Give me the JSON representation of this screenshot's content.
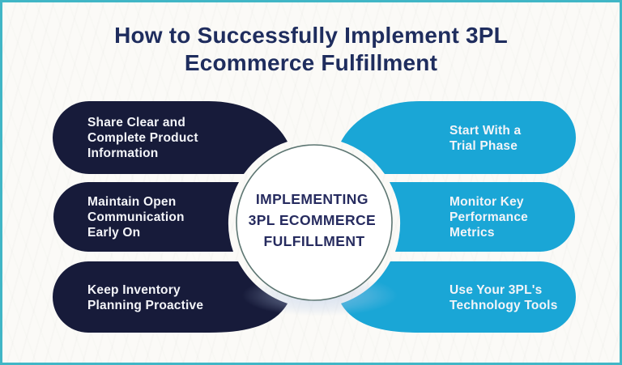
{
  "title": {
    "lines": [
      "How to Successfully Implement 3PL",
      "Ecommerce Fulfillment"
    ],
    "color": "#1f2d5e"
  },
  "center_circle": {
    "lines": [
      "IMPLEMENTING",
      "3PL ECOMMERCE",
      "FULFILLMENT"
    ],
    "fill": "#ffffff",
    "stroke_color": "#5d7672",
    "text_color": "#262b5f"
  },
  "left_items": [
    {
      "id": "share-product-info",
      "lines": [
        "Share Clear and",
        "Complete Product",
        "Information"
      ]
    },
    {
      "id": "open-communication",
      "lines": [
        "Maintain Open",
        "Communication",
        "Early On"
      ]
    },
    {
      "id": "inventory-planning",
      "lines": [
        "Keep Inventory",
        "Planning Proactive"
      ]
    }
  ],
  "right_items": [
    {
      "id": "trial-phase",
      "lines": [
        "Start With a",
        "Trial Phase"
      ]
    },
    {
      "id": "performance-metrics",
      "lines": [
        "Monitor Key",
        "Performance",
        "Metrics"
      ]
    },
    {
      "id": "technology-tools",
      "lines": [
        "Use Your 3PL's",
        "Technology Tools"
      ]
    }
  ],
  "colors": {
    "dark_pill": "#171b3a",
    "blue_pill": "#1aa6d6",
    "pill_text": "#f3f4f8",
    "frame_border": "#41b6c6",
    "background": "#fbfaf7"
  }
}
